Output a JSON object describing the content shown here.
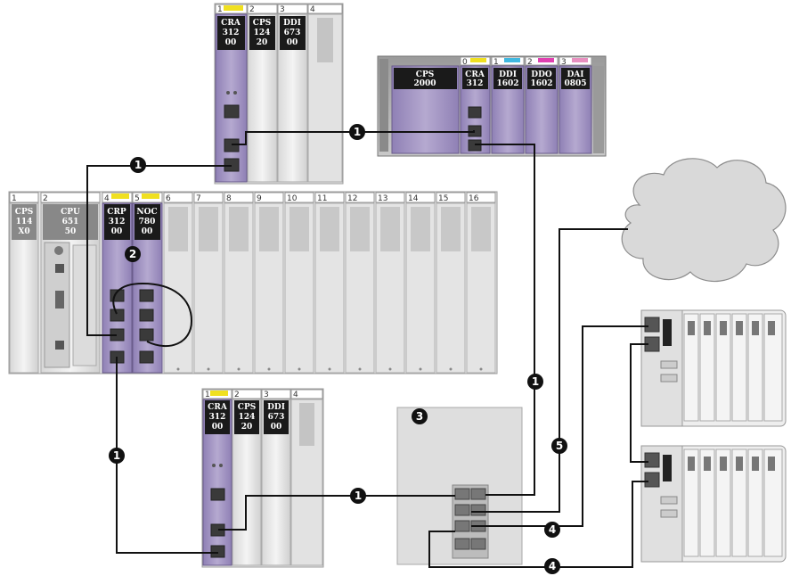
{
  "top_drop": {
    "slots": [
      "1",
      "2",
      "3",
      "4"
    ],
    "modules": [
      {
        "lines": [
          "CRA",
          "312",
          "00"
        ]
      },
      {
        "lines": [
          "CPS",
          "124",
          "20"
        ]
      },
      {
        "lines": [
          "DDI",
          "673",
          "00"
        ]
      }
    ]
  },
  "m340_drop": {
    "slots": [
      "0",
      "1",
      "2",
      "3"
    ],
    "modules": [
      {
        "lines": [
          "CPS",
          "2000"
        ]
      },
      {
        "lines": [
          "CRA",
          "312"
        ]
      },
      {
        "lines": [
          "DDI",
          "1602"
        ]
      },
      {
        "lines": [
          "DDO",
          "1602"
        ]
      },
      {
        "lines": [
          "DAI",
          "0805"
        ]
      }
    ]
  },
  "main_rack": {
    "slots": [
      "1",
      "2",
      "4",
      "5",
      "6",
      "7",
      "8",
      "9",
      "10",
      "11",
      "12",
      "13",
      "14",
      "15",
      "16"
    ],
    "modules": [
      {
        "lines": [
          "CPS",
          "114",
          "X0"
        ]
      },
      {
        "lines": [
          "CPU",
          "651",
          "50"
        ]
      },
      {
        "lines": [
          "CRP",
          "312",
          "00"
        ]
      },
      {
        "lines": [
          "NOC",
          "780",
          "00"
        ]
      }
    ]
  },
  "bottom_drop": {
    "slots": [
      "1",
      "2",
      "3",
      "4"
    ],
    "modules": [
      {
        "lines": [
          "CRA",
          "312",
          "00"
        ]
      },
      {
        "lines": [
          "CPS",
          "124",
          "20"
        ]
      },
      {
        "lines": [
          "DDI",
          "673",
          "00"
        ]
      }
    ]
  },
  "callouts": [
    "1",
    "1",
    "1",
    "1",
    "1",
    "2",
    "3",
    "4",
    "4",
    "5"
  ],
  "colors": {
    "module_purple": "#a99cc4",
    "module_dark": "#7b6b9e",
    "slot_yellow": "#f0e020",
    "cable": "#111111",
    "cloud": "#d9d9d9"
  }
}
